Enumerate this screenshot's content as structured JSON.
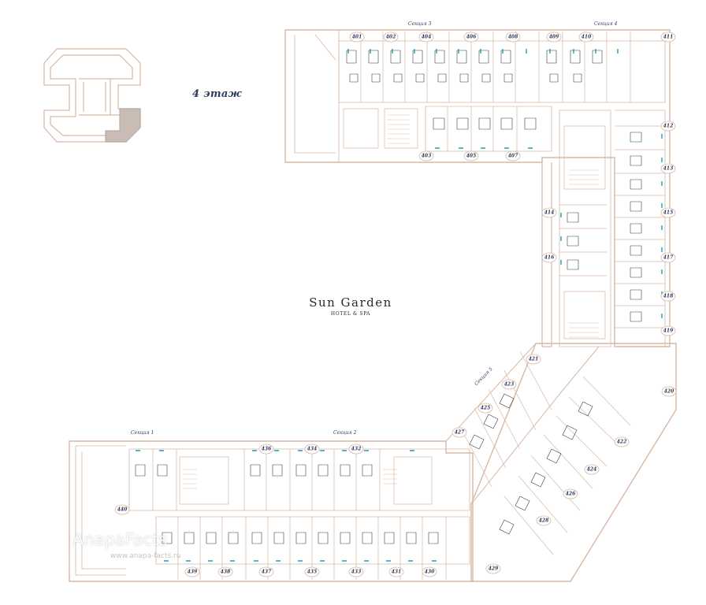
{
  "floor": {
    "title": "4 этаж"
  },
  "logo": {
    "name": "Sun Garden",
    "subtitle": "HOTEL & SPA"
  },
  "sections": [
    {
      "id": "s1",
      "label": "Секция 1"
    },
    {
      "id": "s2",
      "label": "Секция 2"
    },
    {
      "id": "s3",
      "label": "Секция 3"
    },
    {
      "id": "s4",
      "label": "Секция 4"
    },
    {
      "id": "s5",
      "label": "Секция 5"
    }
  ],
  "rooms": [
    "401",
    "402",
    "403",
    "404",
    "405",
    "406",
    "407",
    "408",
    "409",
    "410",
    "411",
    "412",
    "413",
    "414",
    "415",
    "416",
    "417",
    "418",
    "419",
    "420",
    "421",
    "422",
    "423",
    "424",
    "425",
    "426",
    "427",
    "428",
    "429",
    "430",
    "431",
    "432",
    "433",
    "434",
    "435",
    "436",
    "437",
    "438",
    "439",
    "440"
  ],
  "watermark": {
    "main": "AnapaFacts",
    "url": "www.anapa-facts.ru"
  },
  "colors": {
    "wall": "#d8b8a4",
    "wall_dark": "#c9a48c",
    "furniture": "#3a3a3a",
    "glass": "#1aa3b8",
    "highlight": "#b8b0aa",
    "label": "#2f3a5c"
  }
}
